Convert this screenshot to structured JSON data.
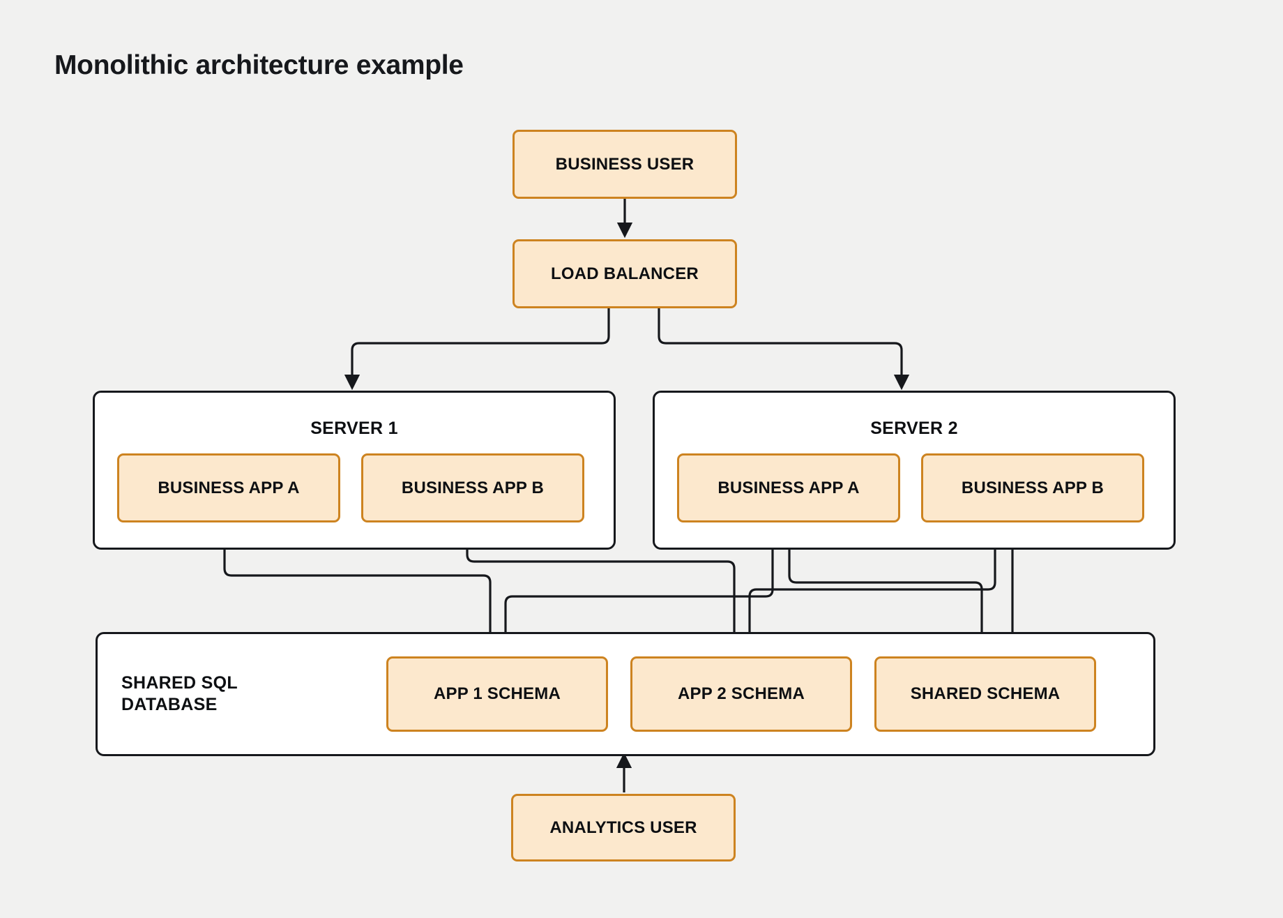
{
  "title": "Monolithic architecture example",
  "palette": {
    "background": "#f1f1f0",
    "node_fill": "#fce8cd",
    "node_border": "#cd8320",
    "container_fill": "#ffffff",
    "container_border": "#16181c",
    "connector": "#16181c",
    "text": "#0d0f12"
  },
  "nodes": {
    "business_user": "BUSINESS USER",
    "load_balancer": "LOAD BALANCER",
    "analytics_user": "ANALYTICS USER"
  },
  "servers": [
    {
      "label": "SERVER 1",
      "apps": [
        "BUSINESS APP A",
        "BUSINESS APP B"
      ]
    },
    {
      "label": "SERVER 2",
      "apps": [
        "BUSINESS APP A",
        "BUSINESS APP B"
      ]
    }
  ],
  "database": {
    "label": "SHARED SQL\nDATABASE",
    "schemas": [
      "APP 1 SCHEMA",
      "APP 2 SCHEMA",
      "SHARED SCHEMA"
    ]
  },
  "connections": [
    {
      "from": "BUSINESS USER",
      "to": "LOAD BALANCER"
    },
    {
      "from": "LOAD BALANCER",
      "to": "SERVER 1"
    },
    {
      "from": "LOAD BALANCER",
      "to": "SERVER 2"
    },
    {
      "from": "SERVER 1 / BUSINESS APP A",
      "to": "APP 1 SCHEMA"
    },
    {
      "from": "SERVER 1 / BUSINESS APP B",
      "to": "APP 2 SCHEMA"
    },
    {
      "from": "SERVER 2 / BUSINESS APP A",
      "to": "APP 1 SCHEMA"
    },
    {
      "from": "SERVER 2 / BUSINESS APP A",
      "to": "SHARED SCHEMA"
    },
    {
      "from": "SERVER 2 / BUSINESS APP B",
      "to": "APP 2 SCHEMA"
    },
    {
      "from": "SERVER 2 / BUSINESS APP B",
      "to": "SHARED SCHEMA"
    },
    {
      "from": "ANALYTICS USER",
      "to": "SHARED SQL DATABASE"
    }
  ]
}
